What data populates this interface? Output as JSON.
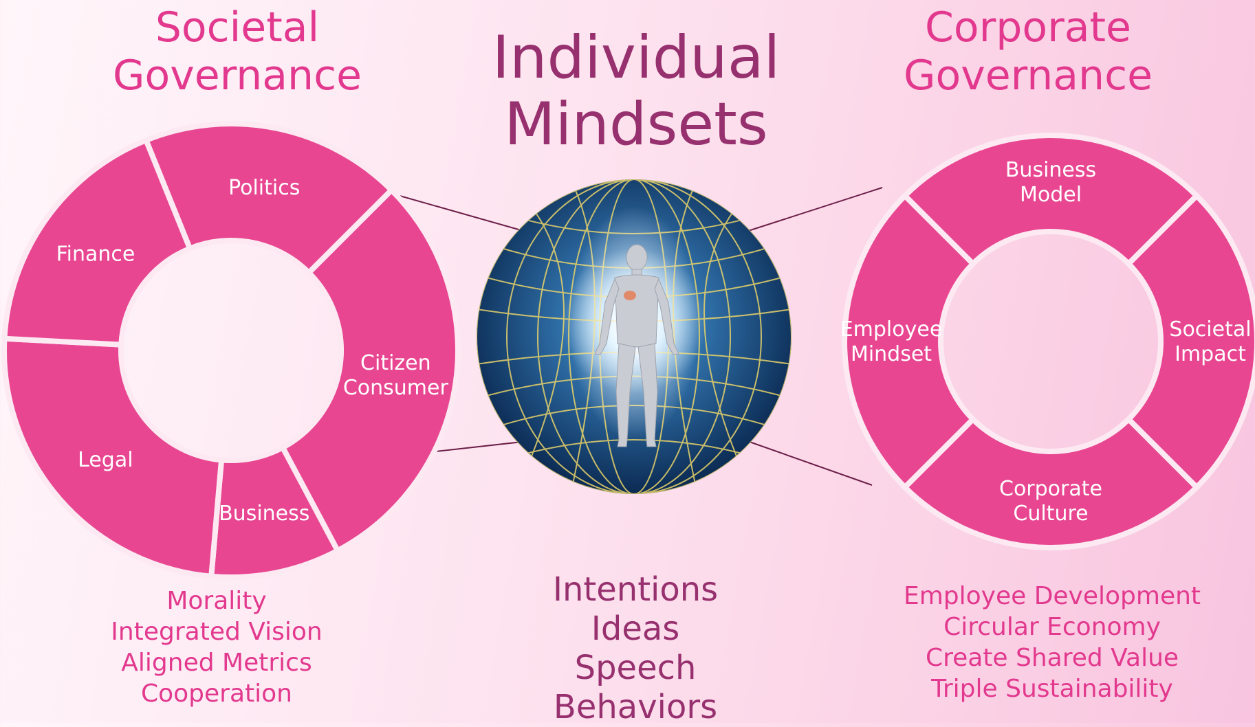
{
  "societal": {
    "title_line1": "Societal",
    "title_line2": "Governance",
    "segments": [
      {
        "line1": "Politics",
        "line2": ""
      },
      {
        "line1": "Citizen",
        "line2": "Consumer"
      },
      {
        "line1": "Business",
        "line2": ""
      },
      {
        "line1": "Legal",
        "line2": ""
      },
      {
        "line1": "Finance",
        "line2": ""
      }
    ],
    "values": [
      "Morality",
      "Integrated Vision",
      "Aligned Metrics",
      "Cooperation"
    ]
  },
  "individual": {
    "title_line1": "Individual",
    "title_line2": "Mindsets",
    "aspects": [
      "Intentions",
      "Ideas",
      "Speech",
      "Behaviors"
    ]
  },
  "corporate": {
    "title_line1": "Corporate",
    "title_line2": "Governance",
    "segments": [
      {
        "line1": "Business",
        "line2": "Model"
      },
      {
        "line1": "Societal",
        "line2": "Impact"
      },
      {
        "line1": "Corporate",
        "line2": "Culture"
      },
      {
        "line1": "Employee",
        "line2": "Mindset"
      }
    ],
    "values": [
      "Employee Development",
      "Circular Economy",
      "Create Shared Value",
      "Triple Sustainability"
    ]
  },
  "colors": {
    "segment_fill": "#e84691",
    "heading_pink": "#e2398e",
    "heading_purple": "#97306e",
    "connector": "#6b1e48",
    "sphere_dark": "#0b2a52",
    "sphere_light": "#2f6fa8",
    "grid_gold": "#e8d36a"
  },
  "icons": {
    "center_image": "human-figure-energy-field-icon"
  }
}
